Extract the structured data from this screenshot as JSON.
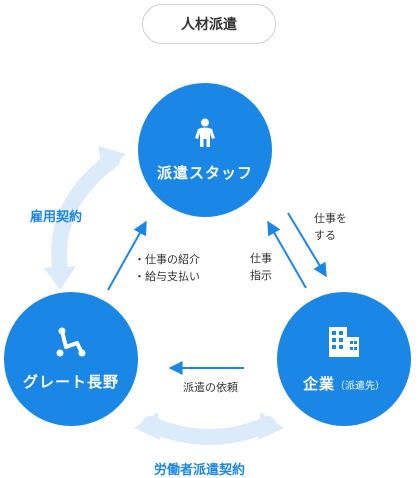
{
  "title": "人材派遣",
  "nodes": {
    "staff": {
      "label": "派遣スタッフ",
      "icon": "person-icon"
    },
    "greet": {
      "label": "グレート長野",
      "icon": "company-logo-icon"
    },
    "kigyo": {
      "label": "企業",
      "sub": "（派遣先）",
      "icon": "building-icon"
    }
  },
  "labels": {
    "koyou": "雇用契約",
    "roudou": "労働者派遣契約",
    "shigoto_wo_suru_1": "仕事を",
    "shigoto_wo_suru_2": "する",
    "shigoto_shiji_1": "仕事",
    "shigoto_shiji_2": "指示",
    "bullet_1": "・仕事の紹介",
    "bullet_2": "・給与支払い",
    "haken_irai": "派遣の依頼"
  },
  "colors": {
    "primary": "#1a87e6",
    "light": "#dcebfa",
    "text": "#333333"
  }
}
